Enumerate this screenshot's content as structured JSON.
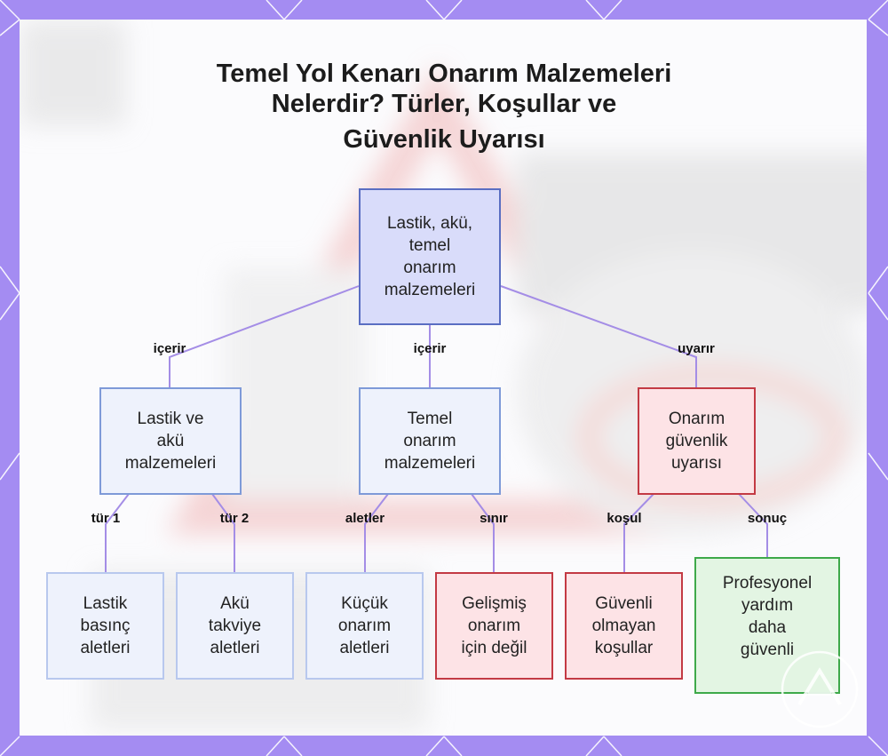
{
  "title_lines": [
    "Temel Yol Kenarı Onarım Malzemeleri",
    "Nelerdir? Türler, Koşullar ve",
    "Güvenlik Uyarısı"
  ],
  "nodes": {
    "root": "Lastik, akü,\ntemel\nonarım\nmalzemeleri",
    "tire_battery": "Lastik ve\nakü\nmalzemeleri",
    "basic_repair": "Temel\nonarım\nmalzemeleri",
    "safety_warning": "Onarım\ngüvenlik\nuyarısı",
    "tire_pressure": "Lastik\nbasınç\naletleri",
    "jump_start": "Akü\ntakviye\naletleri",
    "small_tools": "Küçük\nonarım\naletleri",
    "not_advanced": "Gelişmiş\nonarım\niçin değil",
    "unsafe_conditions": "Güvenli\nolmayan\nkoşullar",
    "professional_help": "Profesyonel\nyardım\ndaha\ngüvenli"
  },
  "edges": {
    "contains_1": "içerir",
    "contains_2": "içerir",
    "warns": "uyarır",
    "type_1": "tür 1",
    "type_2": "tür 2",
    "tools": "aletler",
    "limit": "sınır",
    "condition": "koşul",
    "result": "sonuç"
  },
  "colors": {
    "frame": "#a48cf2",
    "root_fill": "#d9dcfa",
    "root_border": "#5a6ec2",
    "blue_border": "#7e9ad8",
    "red_border": "#c33a44",
    "green_border": "#3ea94a",
    "edge_line": "#a48de6"
  }
}
